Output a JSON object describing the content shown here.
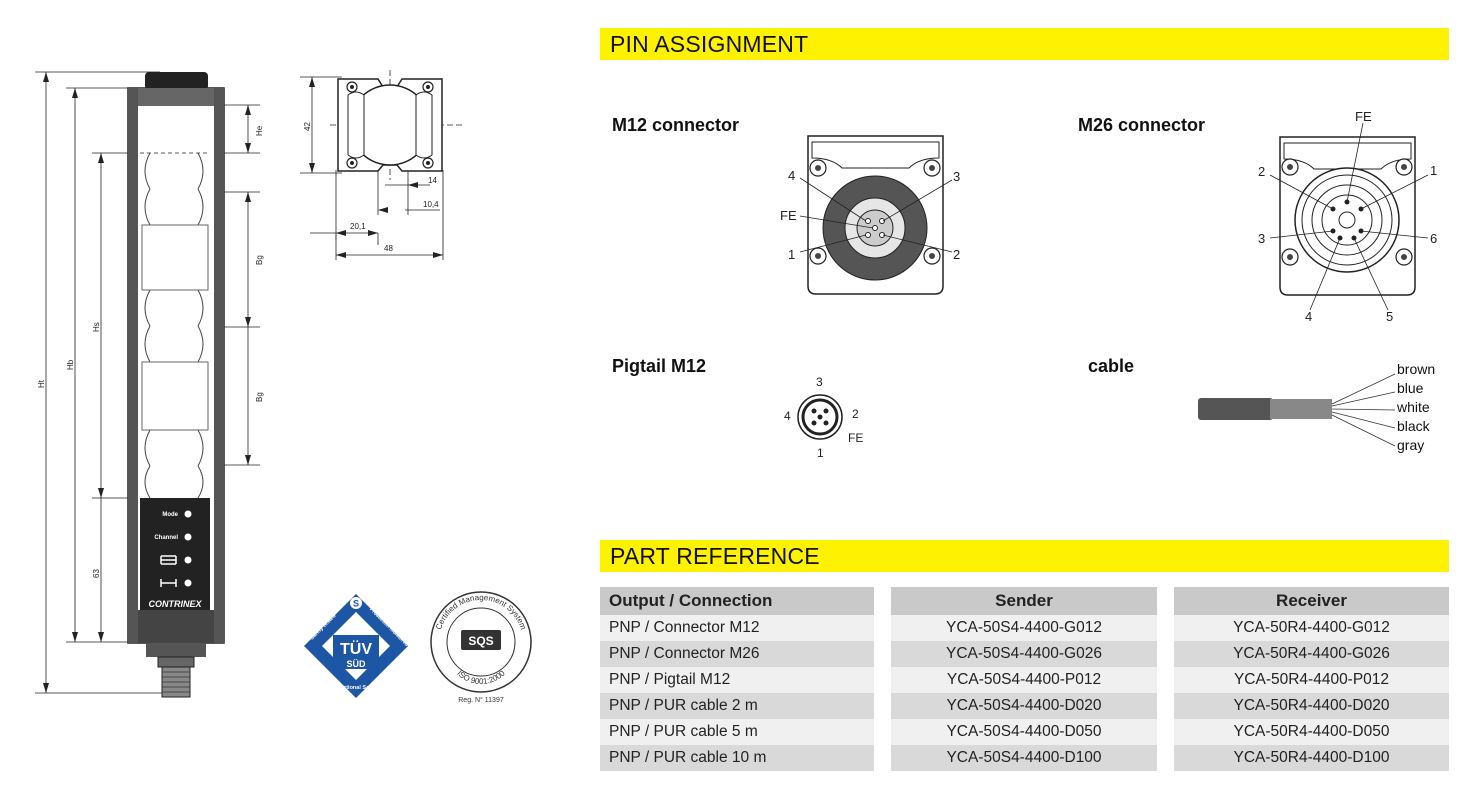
{
  "sections": {
    "pin_assignment": "PIN ASSIGNMENT",
    "part_reference": "PART REFERENCE"
  },
  "connectors": {
    "m12": "M12 connector",
    "m26": "M26 connector",
    "pigtail": "Pigtail M12",
    "cable": "cable"
  },
  "m12_pins": {
    "p1": "1",
    "p2": "2",
    "p3": "3",
    "p4": "4",
    "fe": "FE"
  },
  "m26_pins": {
    "p1": "1",
    "p2": "2",
    "p3": "3",
    "p4": "4",
    "p5": "5",
    "p6": "6",
    "fe": "FE"
  },
  "pigtail_pins": {
    "p1": "1",
    "p2": "2",
    "p3": "3",
    "p4": "4",
    "fe": "FE"
  },
  "cable_wires": [
    "brown",
    "blue",
    "white",
    "black",
    "gray"
  ],
  "drawing": {
    "dims": {
      "ht": "Ht",
      "hb": "Hb",
      "hs": "Hs",
      "he": "He",
      "bg1": "Bg",
      "bg2": "Bg",
      "d63": "63",
      "d42": "42",
      "d14": "14",
      "d104": "10,4",
      "d201": "20,1",
      "d48": "48"
    },
    "panel": {
      "mode": "Mode",
      "channel": "Channel"
    },
    "brand": "CONTRINEX"
  },
  "certs": {
    "tuv": {
      "top_left": "Safety tested",
      "top_right": "Production monitored",
      "main": "TÜV",
      "sub": "SÜD",
      "bottom": "Functional Safety"
    },
    "sqs": {
      "ring": "Certified Management System",
      "center": "SQS",
      "iso": "ISO 9001:2000",
      "reg": "Reg. N° 11397"
    }
  },
  "table": {
    "headers": [
      "Output / Connection",
      "Sender",
      "Receiver"
    ],
    "rows": [
      [
        "PNP / Connector M12",
        "YCA-50S4-4400-G012",
        "YCA-50R4-4400-G012"
      ],
      [
        "PNP / Connector M26",
        "YCA-50S4-4400-G026",
        "YCA-50R4-4400-G026"
      ],
      [
        "PNP / Pigtail M12",
        "YCA-50S4-4400-P012",
        "YCA-50R4-4400-P012"
      ],
      [
        "PNP / PUR cable 2 m",
        "YCA-50S4-4400-D020",
        "YCA-50R4-4400-D020"
      ],
      [
        "PNP / PUR cable 5 m",
        "YCA-50S4-4400-D050",
        "YCA-50R4-4400-D050"
      ],
      [
        "PNP / PUR cable 10 m",
        "YCA-50S4-4400-D100",
        "YCA-50R4-4400-D100"
      ]
    ]
  },
  "colors": {
    "band": "#fff200",
    "header": "#c9c9c9",
    "row_light": "#f0f0f0",
    "row_dark": "#d9d9d9"
  }
}
